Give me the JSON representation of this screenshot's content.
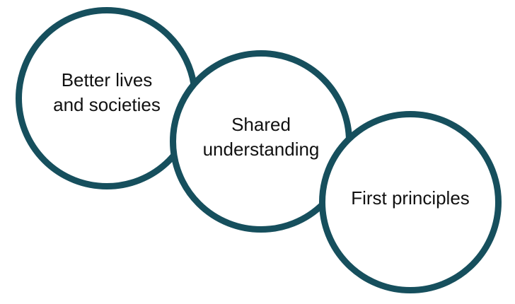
{
  "diagram": {
    "type": "overlapping-circles",
    "stroke_color": "#164f5d",
    "circles": [
      {
        "label": "Better lives\nand societies"
      },
      {
        "label": "Shared\nunderstanding"
      },
      {
        "label": "First principles"
      }
    ]
  }
}
